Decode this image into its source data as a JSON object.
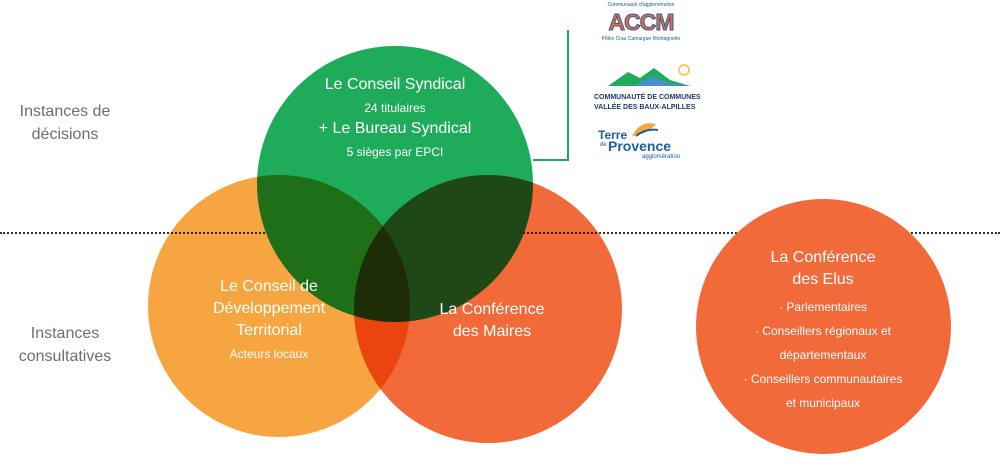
{
  "labels": {
    "decisions": [
      "Instances de",
      "décisions"
    ],
    "consultatives": [
      "Instances",
      "consultatives"
    ]
  },
  "green": {
    "title": "Le Conseil Syndical",
    "sub1": "24 titulaires",
    "title2": "+ Le Bureau Syndical",
    "sub2": "5 sièges par EPCI"
  },
  "orange": {
    "lines": [
      "Le Conseil de",
      "Développement",
      "Territorial"
    ],
    "sub": "Acteurs locaux"
  },
  "red": {
    "lines": [
      "La Conférence",
      "des Maires"
    ]
  },
  "elus": {
    "lines": [
      "La Conférence",
      "des Elus"
    ],
    "items": [
      "· Parlementaires",
      "· Conseillers régionaux et",
      "départementaux",
      "· Conseillers communautaires",
      "et municipaux"
    ]
  },
  "logos": {
    "accm_top": "Communauté d'agglomération",
    "accm_name": "ACCM",
    "accm_bottom": "Pôles Crau Camargue Montagnette",
    "ccvba_line1": "COMMUNAUTÉ DE COMMUNES",
    "ccvba_line2": "VALLÉE DES BAUX-ALPILLES",
    "tp_line1": "Terre",
    "tp_de": "de",
    "tp_line2": "Provence",
    "tp_line3": "agglomération"
  },
  "colors": {
    "green": "#1fac5a",
    "orange": "#f7a540",
    "red": "#f26a39",
    "label_gray": "#6f6f6f"
  }
}
